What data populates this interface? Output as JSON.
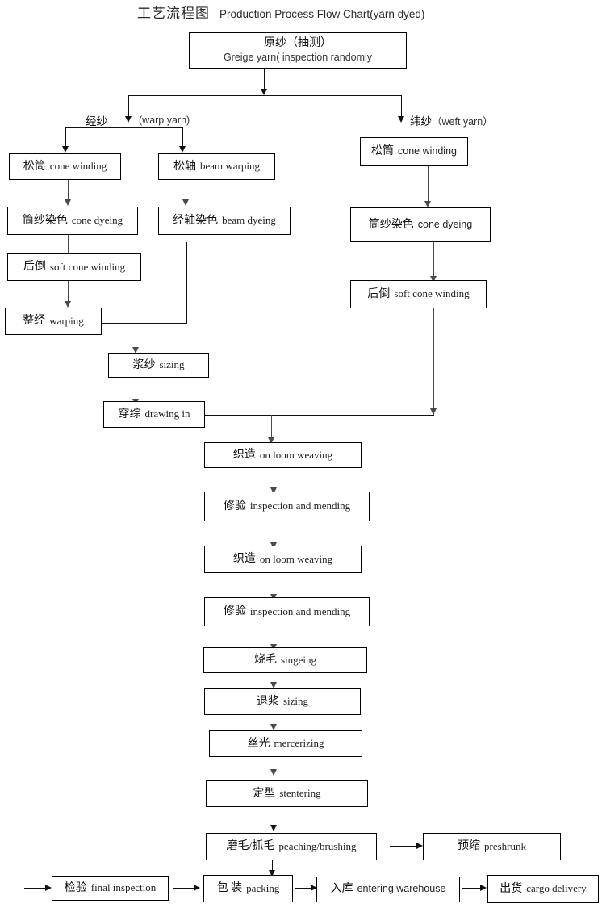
{
  "title": {
    "cn": "工艺流程图",
    "en": "Production Process Flow Chart(yarn dyed)"
  },
  "labels": {
    "warp_cn": "经纱",
    "warp_en": "(warp yarn)",
    "weft_cn": "纬纱",
    "weft_en": "（weft yarn）"
  },
  "nodes": {
    "greige_yarn": {
      "cn": "原纱（抽测）",
      "en": "Greige yarn( inspection randomly"
    },
    "warp_cone_winding": {
      "cn": "松筒",
      "en": "cone winding"
    },
    "beam_warping": {
      "cn": "松轴",
      "en": "beam warping"
    },
    "weft_cone_winding": {
      "cn": "松筒",
      "en": "cone winding"
    },
    "warp_cone_dyeing": {
      "cn": "筒纱染色",
      "en": "cone dyeing"
    },
    "beam_dyeing": {
      "cn": "经轴染色",
      "en": "beam dyeing"
    },
    "weft_cone_dyeing": {
      "cn": "筒纱染色",
      "en": "cone dyeing"
    },
    "warp_soft_cone_winding": {
      "cn": "后倒",
      "en": "soft cone winding"
    },
    "weft_soft_cone_winding": {
      "cn": "后倒",
      "en": "soft cone winding"
    },
    "warping": {
      "cn": "整经",
      "en": "warping"
    },
    "sizing": {
      "cn": "浆纱",
      "en": "sizing"
    },
    "drawing_in": {
      "cn": "穿综",
      "en": "drawing in"
    },
    "weaving_1": {
      "cn": "织造",
      "en": "on loom weaving"
    },
    "mending_1": {
      "cn": "修验",
      "en": "inspection and mending"
    },
    "weaving_2": {
      "cn": "织造",
      "en": "on loom weaving"
    },
    "mending_2": {
      "cn": "修验",
      "en": "inspection and mending"
    },
    "singeing": {
      "cn": "烧毛",
      "en": "singeing"
    },
    "desizing": {
      "cn": "退浆",
      "en": "sizing"
    },
    "mercerizing": {
      "cn": "丝光",
      "en": "mercerizing"
    },
    "stentering": {
      "cn": "定型",
      "en": "stentering"
    },
    "peaching": {
      "cn": "磨毛/抓毛",
      "en": "peaching/brushing"
    },
    "preshrunk": {
      "cn": "预缩",
      "en": "preshrunk"
    },
    "final_inspection": {
      "cn": "检验",
      "en": "final inspection"
    },
    "packing": {
      "cn": "包 装",
      "en": "packing"
    },
    "entering_warehouse": {
      "cn": "入库",
      "en": "entering warehouse"
    },
    "cargo_delivery": {
      "cn": "出货",
      "en": "cargo delivery"
    }
  },
  "chart_data": {
    "type": "flowchart",
    "title": "工艺流程图 Production Process Flow Chart(yarn dyed)",
    "branches": [
      "warp yarn 经纱",
      "weft yarn 纬纱"
    ],
    "edges": [
      "原纱（抽测）→ 经纱 / 纬纱",
      "经纱 → 松筒 cone winding",
      "经纱 → 松轴 beam warping",
      "松筒 cone winding → 筒纱染色 cone dyeing → 后倒 soft cone winding → 整经 warping",
      "松轴 beam warping → 经轴染色 beam dyeing",
      "整经 warping + 经轴染色 beam dyeing → 浆纱 sizing → 穿综 drawing in",
      "纬纱 → 松筒 cone winding → 筒纱染色 cone dyeing → 后倒 soft cone winding",
      "穿综 drawing in + 后倒 soft cone winding (weft) → 织造 on loom weaving",
      "织造 → 修验 → 织造 → 修验 → 烧毛 → 退浆 → 丝光 → 定型 → 磨毛/抓毛",
      "磨毛/抓毛 → 预缩 preshrunk",
      "磨毛/抓毛 → 包装 packing",
      "检验 final inspection → 包装 packing",
      "包装 packing → 入库 entering warehouse → 出货 cargo delivery"
    ]
  }
}
